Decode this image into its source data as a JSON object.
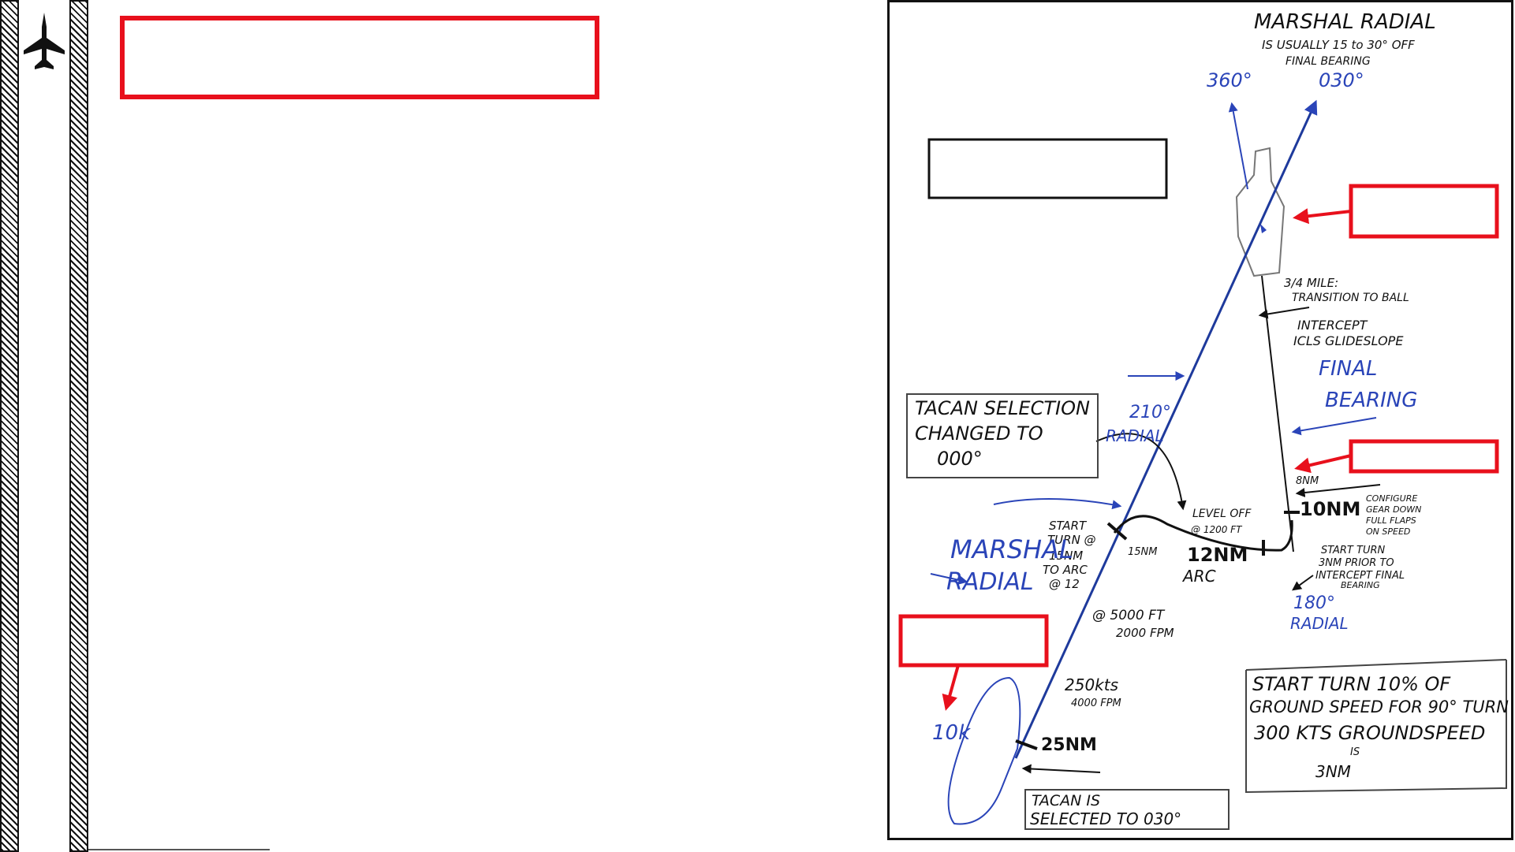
{
  "slide": {
    "title_box_text": "",
    "black_label_box_text": "",
    "callout_ship_text": "",
    "callout_8nm_text": "",
    "callout_10k_text": ""
  },
  "diagram": {
    "marshal_radial_header": "MARSHAL RADIAL",
    "marshal_radial_note_1": "IS USUALLY 15 to 30° OFF",
    "marshal_radial_note_2": "FINAL BEARING",
    "heading_360": "360°",
    "heading_030": "030°",
    "three_quarter_mile": "3/4 MILE:",
    "transition_to_ball": "TRANSITION TO BALL",
    "intercept": "INTERCEPT",
    "icls_glideslope": "ICLS GLIDESLOPE",
    "final": "FINAL",
    "bearing": "BEARING",
    "tacan_selection_1": "TACAN SELECTION",
    "tacan_selection_2": "CHANGED TO",
    "tacan_selection_3": "000°",
    "radial_210": "210°",
    "radial_210_label": "RADIAL",
    "eight_nm": "8NM",
    "ten_nm": "10NM",
    "configure_1": "CONFIGURE",
    "configure_2": "GEAR DOWN",
    "configure_3": "FULL FLAPS",
    "configure_4": "ON SPEED",
    "level_off_1": "LEVEL OFF",
    "level_off_2": "@ 1200 FT",
    "start_turn_1": "START",
    "start_turn_2": "TURN @",
    "start_turn_3": "15NM",
    "start_turn_4": "TO ARC",
    "start_turn_5": "@ 12",
    "fifteen_nm": "15NM",
    "twelve_nm": "12NM",
    "arc": "ARC",
    "start_turn_final_1": "START TURN",
    "start_turn_final_2": "3NM PRIOR TO",
    "start_turn_final_3": "INTERCEPT FINAL",
    "start_turn_final_4": "BEARING",
    "marshal_big_1": "MARSHAL",
    "marshal_big_2": "RADIAL",
    "radial_180": "180°",
    "radial_180_label": "RADIAL",
    "at_5000ft": "@ 5000 FT",
    "fpm_2000": "2000 FPM",
    "kts_250": "250kts",
    "fpm_4000": "4000 FPM",
    "ten_k": "10k",
    "twenty_five_nm": "25NM",
    "start_turn_rule_1": "START TURN 10% OF",
    "start_turn_rule_2": "GROUND SPEED FOR 90° TURN",
    "start_turn_rule_3": "300 KTS GROUNDSPEED",
    "start_turn_rule_4": "IS",
    "start_turn_rule_5": "3NM",
    "tacan_030_1": "TACAN IS",
    "tacan_030_2": "SELECTED TO 030°"
  },
  "colors": {
    "callout_red": "#e8101c",
    "ink_blue": "#2a44b8",
    "ink_black": "#111111"
  },
  "icons": {
    "aircraft": "jet-fighter-icon"
  }
}
